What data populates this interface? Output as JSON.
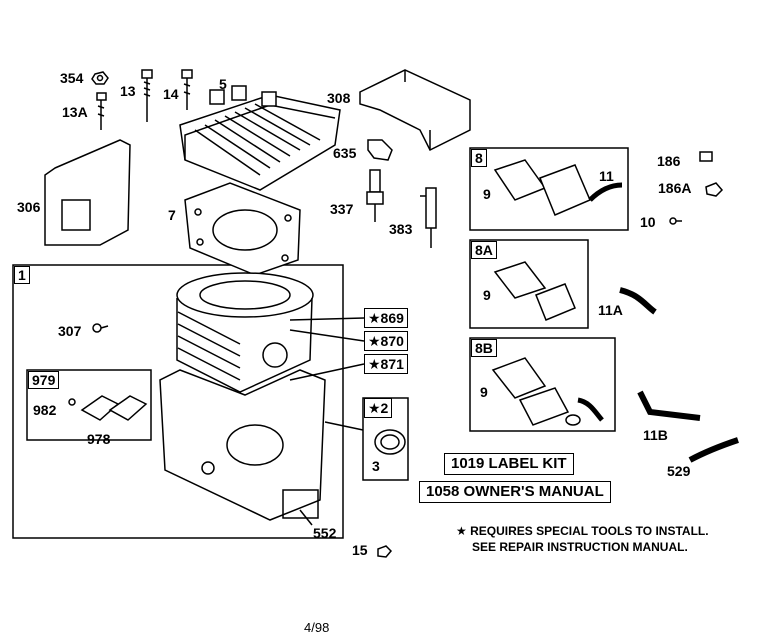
{
  "parts": {
    "p354": "354",
    "p13A": "13A",
    "p13": "13",
    "p14": "14",
    "p5": "5",
    "p308": "308",
    "p306": "306",
    "p635": "635",
    "p7": "7",
    "p337": "337",
    "p383": "383",
    "p186": "186",
    "p186A": "186A",
    "p10": "10",
    "p307": "307",
    "p982": "982",
    "p978": "978",
    "p3": "3",
    "p552": "552",
    "p15": "15",
    "p11": "11",
    "p9a": "9",
    "p9b": "9",
    "p9c": "9",
    "p11A": "11A",
    "p11B": "11B",
    "p529": "529"
  },
  "boxes": {
    "b1": "1",
    "b979": "979",
    "b8": "8",
    "b8A": "8A",
    "b8B": "8B"
  },
  "star_parts": {
    "s869": "★869",
    "s870": "★870",
    "s871": "★871",
    "s2": "★2"
  },
  "kits": {
    "label_kit": "1019 LABEL KIT",
    "owners_manual": "1058 OWNER'S MANUAL"
  },
  "note": {
    "line1": "★ REQUIRES SPECIAL TOOLS TO INSTALL.",
    "line2": "SEE REPAIR INSTRUCTION MANUAL."
  },
  "footer": {
    "date": "4/98"
  }
}
